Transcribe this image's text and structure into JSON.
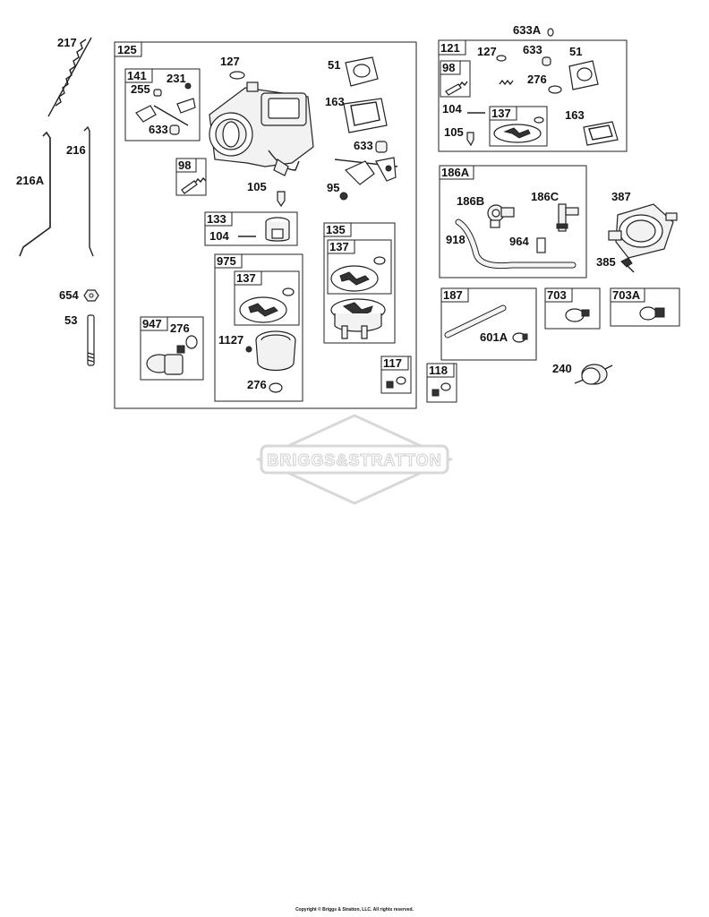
{
  "labels": {
    "l217": "217",
    "l216": "216",
    "l216a": "216A",
    "l654": "654",
    "l53": "53",
    "g125": "125",
    "l127a": "127",
    "l51a": "51",
    "l163a": "163",
    "g141": "141",
    "l231": "231",
    "l255": "255",
    "l633a": "633",
    "l633b": "633",
    "g98a": "98",
    "l105a": "105",
    "l95": "95",
    "g133": "133",
    "l104a": "104",
    "g135": "135",
    "g137a": "137",
    "g975": "975",
    "g137b": "137",
    "l1127": "1127",
    "l276a": "276",
    "g947": "947",
    "l276b": "276",
    "g117": "117",
    "g118": "118",
    "l633A": "633A",
    "g121": "121",
    "l127b": "127",
    "l633c": "633",
    "l51b": "51",
    "g98b": "98",
    "l276c": "276",
    "l104b": "104",
    "g137c": "137",
    "l163b": "163",
    "l105b": "105",
    "g186A": "186A",
    "l186B": "186B",
    "l186C": "186C",
    "l918": "918",
    "l964": "964",
    "l387": "387",
    "l385": "385",
    "g187": "187",
    "l601A": "601A",
    "g703": "703",
    "g703A": "703A",
    "l240": "240"
  },
  "watermark": {
    "text": "BRIGGS&STRATTON"
  },
  "footer": {
    "copyright": "Copyright © Briggs & Stratton, LLC. All rights reserved."
  }
}
